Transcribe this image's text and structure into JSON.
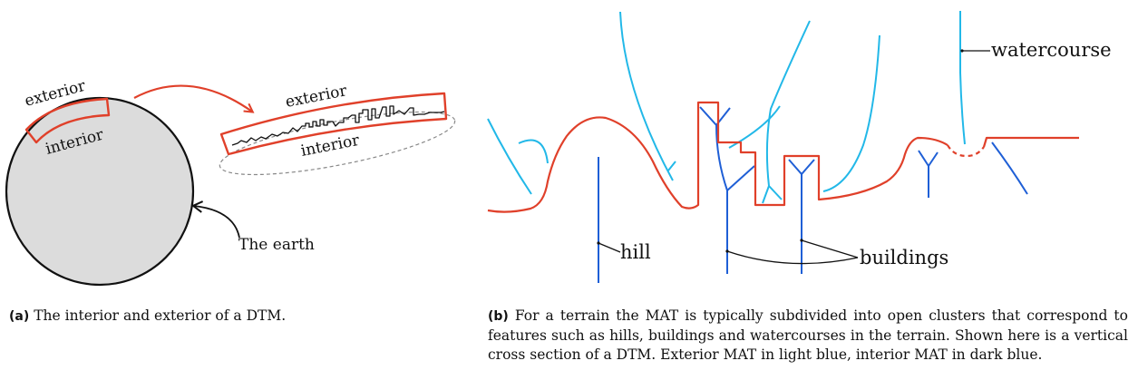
{
  "panel_a": {
    "labels": {
      "exterior_small": "exterior",
      "interior_small": "interior",
      "exterior_large": "exterior",
      "interior_large": "interior",
      "earth": "The earth"
    },
    "caption": {
      "tag": "(a)",
      "text": "The interior and exterior of a DTM."
    }
  },
  "panel_b": {
    "labels": {
      "watercourse": "watercourse",
      "hill": "hill",
      "buildings": "buildings"
    },
    "caption": {
      "tag": "(b)",
      "text": "For a terrain the MAT is typically subdivided into open clusters that correspond to features such as hills, buildings and watercourses in the terrain. Shown here is a vertical cross section of a DTM. Exterior MAT in light blue, interior MAT in dark blue."
    }
  },
  "colors": {
    "terrain_red": "#e0402a",
    "exterior_mat_light_blue": "#22b8e8",
    "interior_mat_dark_blue": "#1f5fd6",
    "earth_fill": "#dcdcdc"
  }
}
